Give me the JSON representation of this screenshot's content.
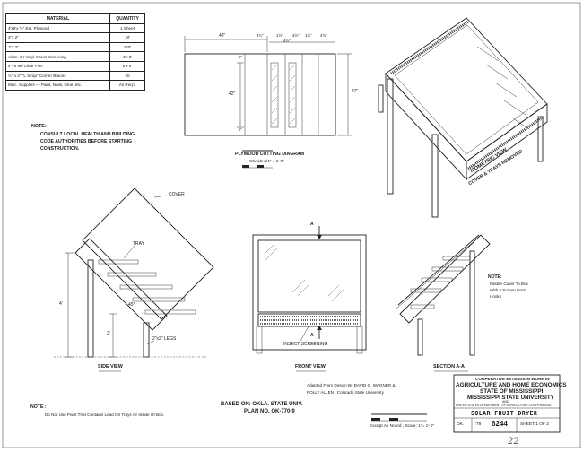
{
  "materials": {
    "headers": [
      "MATERIAL",
      "QUANTITY"
    ],
    "rows": [
      {
        "material": "4'x8'x ½\" Ext. Plywood",
        "quantity": "1 Sheet"
      },
      {
        "material": "2\"x 2\"",
        "quantity": "18'"
      },
      {
        "material": "1\"x 2\"",
        "quantity": "120'"
      },
      {
        "material": "Alum. Or Vinyl Insect Screening",
        "quantity": "4'x 5'"
      },
      {
        "material": "4 - 6 Mil Clear Film",
        "quantity": "5'x 5'"
      },
      {
        "material": "½\" x 3\" \"L Strap\" Corner Braces",
        "quantity": "20"
      },
      {
        "material": "Misc. Supplies — Paint, Nails, Glue, etc.",
        "quantity": "As Req'd"
      }
    ]
  },
  "note_top": {
    "title": "NOTE:",
    "lines": [
      "CONSULT LOCAL HEALTH AND BUILDING",
      "CODE AUTHORITIES BEFORE STARTING",
      "CONSTRUCTION."
    ]
  },
  "plywood": {
    "dim_width": "48\"",
    "dim_height": "42\"",
    "dim_right": "47\"",
    "dim_left_top": "5\"",
    "dim_left_bottom": "5\"",
    "strip_dims": [
      "1½\"",
      "4½\"",
      "4½\"",
      "1½\"",
      "4½\"",
      "4½\""
    ],
    "title": "PLYWOOD CUTTING DIAGRAM",
    "scale": "SCALE 3/4\" = 1'-0\""
  },
  "isometric": {
    "label_line1": "ISOMETRIC VIEW",
    "label_line2": "COVER & TRAYS REMOVED"
  },
  "side_view": {
    "cover": "COVER",
    "tray": "TRAY",
    "angle": "45°",
    "legs": "2\"x2\" LEGS",
    "dim_height": "4'",
    "dim_leg": "2'",
    "label": "SIDE VIEW"
  },
  "front_view": {
    "marker_top": "A",
    "marker_bottom": "A",
    "screening": "INSECT SCREENING",
    "label": "FRONT VIEW"
  },
  "section": {
    "note": [
      "Fasten Cover To Box",
      "With 4 Screen Door",
      "Hooks"
    ],
    "note_title": "NOTE:",
    "label": "SECTION A-A"
  },
  "credits": {
    "line1": "Adapted From Design By  DAVID G. WAGNER &",
    "line2": "POLLY ALLEN , Colorado State University"
  },
  "based_on": {
    "line1": "BASED ON: OKLA. STATE UNIV.",
    "line2": "PLAN NO. OK-770-9"
  },
  "note_bottom": {
    "title": "NOTE :",
    "text": "Do Not Use Paint That Contains Lead On Trays Or Inside Of Box."
  },
  "scale_bottom": {
    "label": "Except As Noted , Scale: 1\"= 1'-0\""
  },
  "title_block": {
    "line1": "COOPERATIVE EXTENSION WORK IN",
    "line2": "AGRICULTURE AND HOME ECONOMICS",
    "line3": "STATE OF MISSISSIPPI",
    "line4": "MISSISSIPPI STATE UNIVERSITY",
    "line5": "AND",
    "line6": "UNITED STATES DEPARTMENT OF AGRICULTURE COOPERATING",
    "title": "SOLAR FRUIT DRYER",
    "prefix": "OK.",
    "year": "'78",
    "number": "6244",
    "sheet": "SHEET 1 OF 2"
  },
  "handwritten": "22"
}
